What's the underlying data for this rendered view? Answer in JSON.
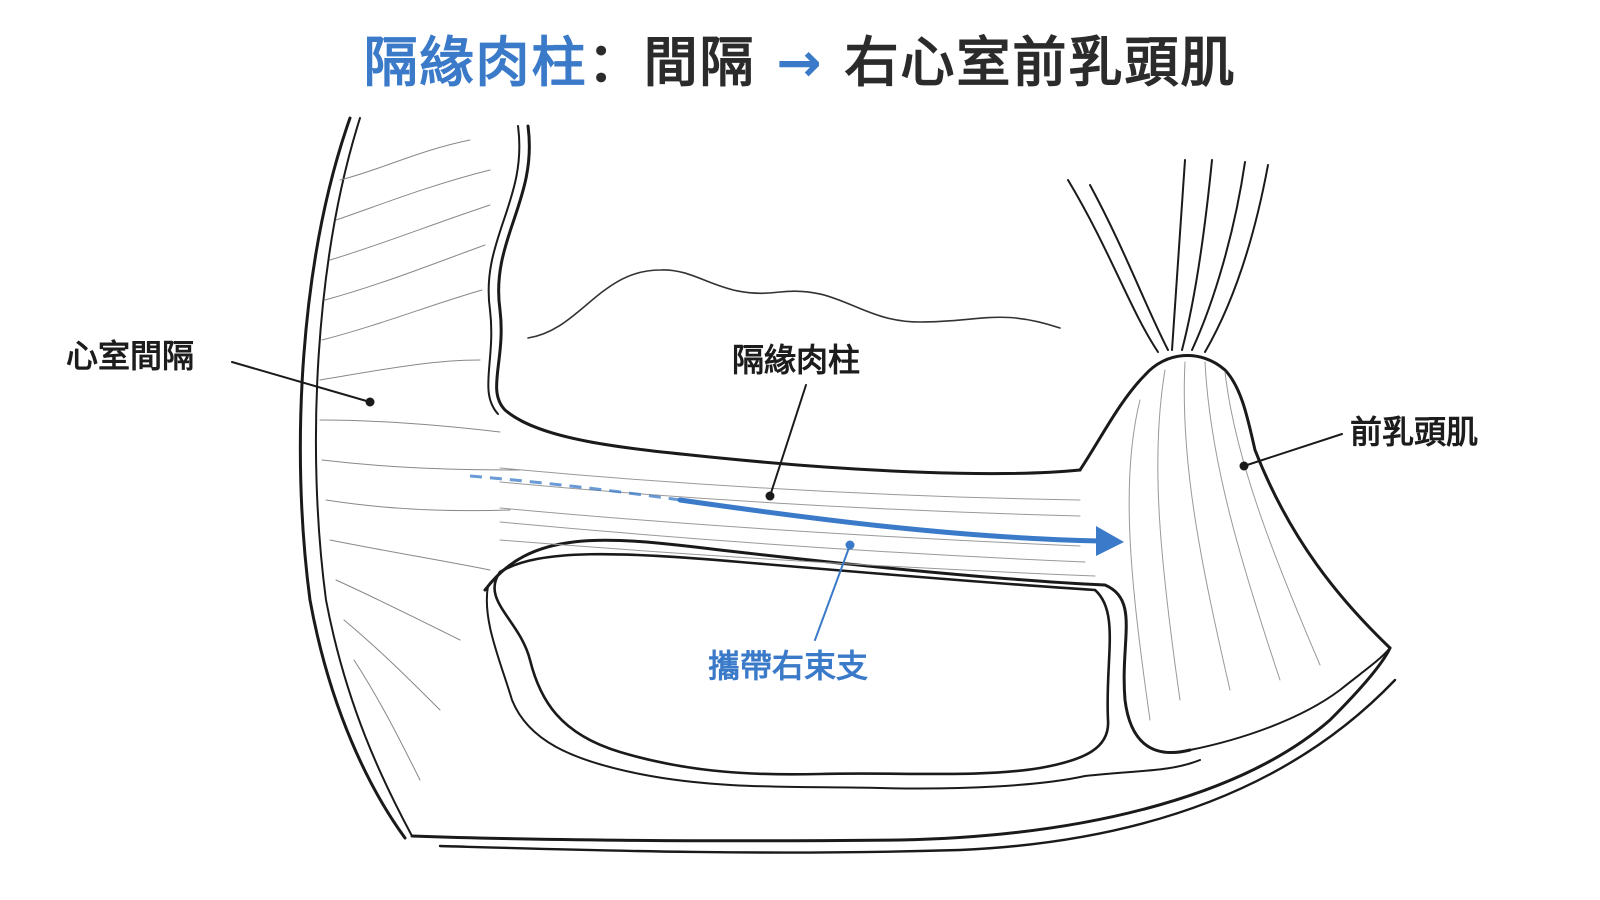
{
  "title": {
    "subject": "隔緣肉柱",
    "colon": "：",
    "from": "間隔",
    "arrow": "→",
    "to": "右心室前乳頭肌"
  },
  "labels": {
    "septum": "心室間隔",
    "septomarginal": "隔緣肉柱",
    "papillary": "前乳頭肌",
    "bundle_branch": "攜帶右束支"
  },
  "colors": {
    "accent": "#3a7ac8",
    "ink": "#1c1c1c",
    "title_ink": "#2b2b2b"
  }
}
